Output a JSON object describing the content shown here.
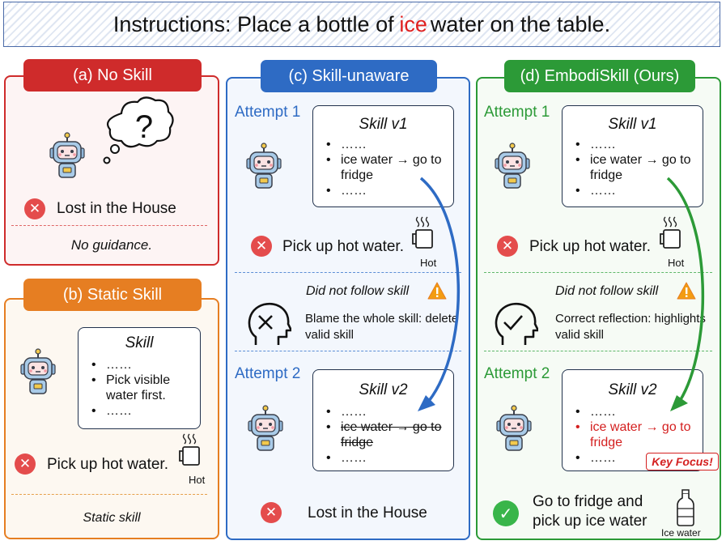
{
  "banner": {
    "prefix": "Instructions: Place a bottle of ",
    "highlight": "ice",
    "suffix": " water on the table."
  },
  "panel_a": {
    "title": "(a) No Skill",
    "result": "Lost in the House",
    "footer": "No guidance.",
    "thought": "?"
  },
  "panel_b": {
    "title": "(b) Static Skill",
    "skill_title": "Skill",
    "skill_items": [
      "……",
      "Pick visible water first.",
      "……"
    ],
    "result": "Pick up hot water.",
    "cup_label": "Hot",
    "footer": "Static skill"
  },
  "panel_c": {
    "title": "(c) Skill-unaware",
    "attempt1": "Attempt 1",
    "skill_v1_title": "Skill v1",
    "skill_v1_items": [
      "……",
      "ice water → go to fridge",
      "……"
    ],
    "result1": "Pick up hot water.",
    "cup_label": "Hot",
    "did_not_follow": "Did not follow skill",
    "reflection": "Blame the whole skill: delete valid skill",
    "attempt2": "Attempt 2",
    "skill_v2_title": "Skill v2",
    "skill_v2_items": [
      "……",
      "ice water → go to fridge",
      "……"
    ],
    "result2": "Lost in the House"
  },
  "panel_d": {
    "title": "(d) EmbodiSkill (Ours)",
    "attempt1": "Attempt 1",
    "skill_v1_title": "Skill v1",
    "skill_v1_items": [
      "……",
      "ice water → go to fridge",
      "……"
    ],
    "result1": "Pick up hot water.",
    "cup_label": "Hot",
    "did_not_follow": "Did not follow skill",
    "reflection": "Correct reflection: highlights valid skill",
    "attempt2": "Attempt 2",
    "skill_v2_title": "Skill v2",
    "skill_v2_items": [
      "……",
      "ice water → go to fridge",
      "……"
    ],
    "key_focus": "Key Focus!",
    "result2": "Go to fridge and pick up ice water",
    "bottle_label": "Ice water"
  },
  "colors": {
    "red": "#cf2b2b",
    "orange": "#e67e22",
    "blue": "#2e6bc4",
    "green": "#2c9a37"
  },
  "icons": [
    "robot-icon",
    "thought-bubble-icon",
    "x-circle-icon",
    "hot-cup-icon",
    "warning-icon",
    "confused-head-icon",
    "thinking-head-icon",
    "check-circle-icon",
    "water-bottle-icon"
  ]
}
